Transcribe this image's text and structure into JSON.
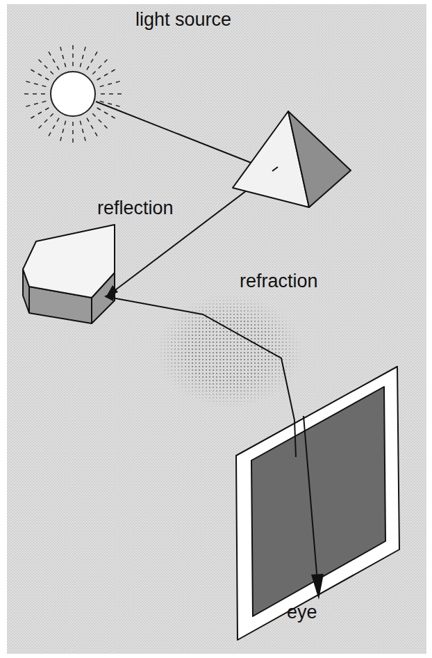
{
  "diagram": {
    "labels": [
      "light source",
      "reflection",
      "refraction",
      "eye"
    ]
  }
}
